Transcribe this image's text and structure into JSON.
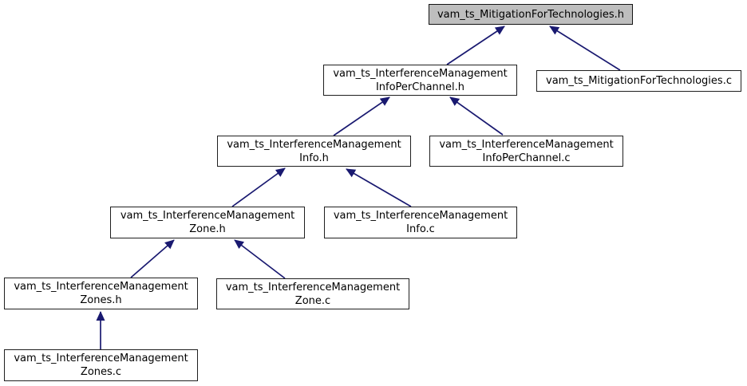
{
  "diagram": {
    "type": "include-dependency-graph",
    "colors": {
      "background": "#ffffff",
      "node_fill": "#ffffff",
      "node_border": "#1f1f1f",
      "highlight_fill": "#bebebe",
      "arrow": "#191970",
      "text": "#000000"
    },
    "nodes": [
      {
        "id": "vam_ts_MitigationForTechnologies.h",
        "highlighted": true,
        "lines": [
          "vam_ts_MitigationForTechnologies.h"
        ]
      },
      {
        "id": "vam_ts_InterferenceManagementInfoPerChannel.h",
        "highlighted": false,
        "lines": [
          "vam_ts_InterferenceManagement",
          "InfoPerChannel.h"
        ]
      },
      {
        "id": "vam_ts_MitigationForTechnologies.c",
        "highlighted": false,
        "lines": [
          "vam_ts_MitigationForTechnologies.c"
        ]
      },
      {
        "id": "vam_ts_InterferenceManagementInfo.h",
        "highlighted": false,
        "lines": [
          "vam_ts_InterferenceManagement",
          "Info.h"
        ]
      },
      {
        "id": "vam_ts_InterferenceManagementInfoPerChannel.c",
        "highlighted": false,
        "lines": [
          "vam_ts_InterferenceManagement",
          "InfoPerChannel.c"
        ]
      },
      {
        "id": "vam_ts_InterferenceManagementZone.h",
        "highlighted": false,
        "lines": [
          "vam_ts_InterferenceManagement",
          "Zone.h"
        ]
      },
      {
        "id": "vam_ts_InterferenceManagementInfo.c",
        "highlighted": false,
        "lines": [
          "vam_ts_InterferenceManagement",
          "Info.c"
        ]
      },
      {
        "id": "vam_ts_InterferenceManagementZones.h",
        "highlighted": false,
        "lines": [
          "vam_ts_InterferenceManagement",
          "Zones.h"
        ]
      },
      {
        "id": "vam_ts_InterferenceManagementZone.c",
        "highlighted": false,
        "lines": [
          "vam_ts_InterferenceManagement",
          "Zone.c"
        ]
      },
      {
        "id": "vam_ts_InterferenceManagementZones.c",
        "highlighted": false,
        "lines": [
          "vam_ts_InterferenceManagement",
          "Zones.c"
        ]
      }
    ],
    "edges": [
      {
        "from": "vam_ts_InterferenceManagementInfoPerChannel.h",
        "to": "vam_ts_MitigationForTechnologies.h"
      },
      {
        "from": "vam_ts_MitigationForTechnologies.c",
        "to": "vam_ts_MitigationForTechnologies.h"
      },
      {
        "from": "vam_ts_InterferenceManagementInfo.h",
        "to": "vam_ts_InterferenceManagementInfoPerChannel.h"
      },
      {
        "from": "vam_ts_InterferenceManagementInfoPerChannel.c",
        "to": "vam_ts_InterferenceManagementInfoPerChannel.h"
      },
      {
        "from": "vam_ts_InterferenceManagementZone.h",
        "to": "vam_ts_InterferenceManagementInfo.h"
      },
      {
        "from": "vam_ts_InterferenceManagementInfo.c",
        "to": "vam_ts_InterferenceManagementInfo.h"
      },
      {
        "from": "vam_ts_InterferenceManagementZones.h",
        "to": "vam_ts_InterferenceManagementZone.h"
      },
      {
        "from": "vam_ts_InterferenceManagementZone.c",
        "to": "vam_ts_InterferenceManagementZone.h"
      },
      {
        "from": "vam_ts_InterferenceManagementZones.c",
        "to": "vam_ts_InterferenceManagementZones.h"
      }
    ]
  }
}
